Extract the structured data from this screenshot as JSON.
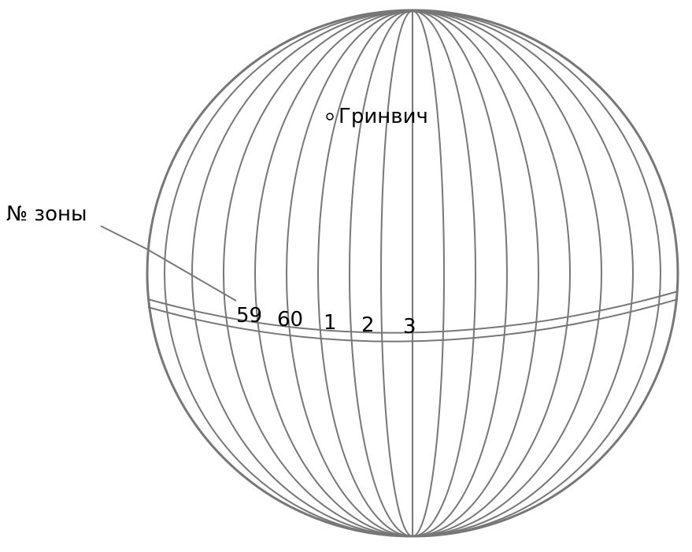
{
  "labels": {
    "greenwich": "Гринвич",
    "zone_caption": "№ зоны",
    "zones": [
      "59",
      "60",
      "1",
      "2",
      "3"
    ]
  },
  "colors": {
    "line": "#777777",
    "ink": "#000000",
    "background": "#ffffff"
  }
}
